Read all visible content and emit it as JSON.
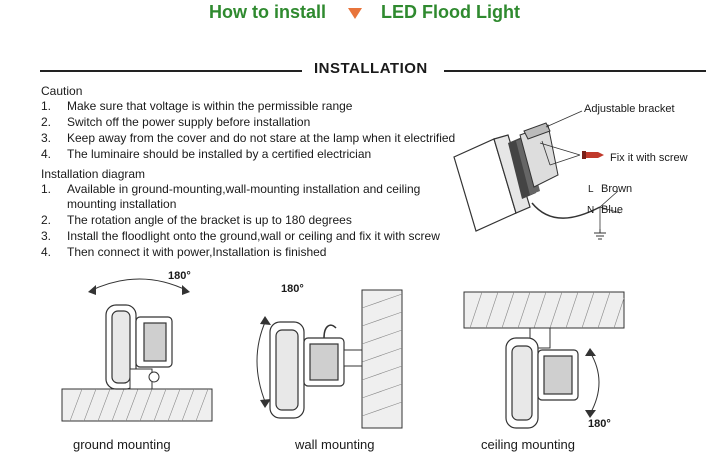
{
  "header": {
    "left_text": "How to install",
    "right_text": "LED Flood Light",
    "accent_color": "#2f8a2f",
    "triangle_color": "#e8743b"
  },
  "section": {
    "title": "INSTALLATION"
  },
  "caution": {
    "heading": "Caution",
    "items": [
      {
        "num": "1.",
        "text": "Make sure that voltage is within the permissible range"
      },
      {
        "num": "2.",
        "text": "Switch off the power supply before installation"
      },
      {
        "num": "3.",
        "text": "Keep away from the cover and do not stare at the lamp when it electrified"
      },
      {
        "num": "4.",
        "text": "The luminaire should be installed by a certified electrician"
      }
    ]
  },
  "diagram": {
    "heading": "Installation diagram",
    "items": [
      {
        "num": "1.",
        "text": "Available in ground-mounting,wall-mounting installation and ceiling",
        "text2": "mounting installation"
      },
      {
        "num": "2.",
        "text": "The rotation angle of the bracket is up to 180 degrees"
      },
      {
        "num": "3.",
        "text": "Install the floodlight onto the ground,wall or ceiling and fix it with screw"
      },
      {
        "num": "4.",
        "text": "Then connect it with power,Installation is finished"
      }
    ]
  },
  "callouts": {
    "bracket": "Adjustable bracket",
    "screw": "Fix it with screw",
    "brown_letter": "L",
    "brown": "Brown",
    "blue_letter": "N",
    "blue": "Blue"
  },
  "angles": {
    "ground": "180°",
    "wall": "180°",
    "ceiling": "180°"
  },
  "captions": {
    "ground": "ground mounting",
    "wall": "wall mounting",
    "ceiling": "ceiling mounting"
  }
}
